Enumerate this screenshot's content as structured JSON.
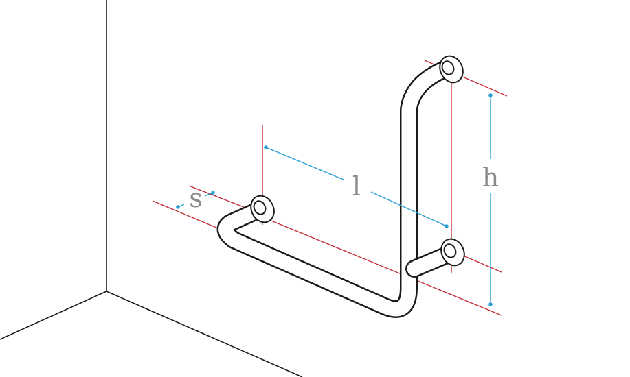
{
  "labels": {
    "s": "s",
    "l": "l",
    "h": "h"
  },
  "colors": {
    "outline": "#1a1a1a",
    "extension_line": "#c1272d",
    "dimension_line": "#2a9fd6",
    "label_text": "#8a8a8a",
    "background": "#ffffff"
  }
}
